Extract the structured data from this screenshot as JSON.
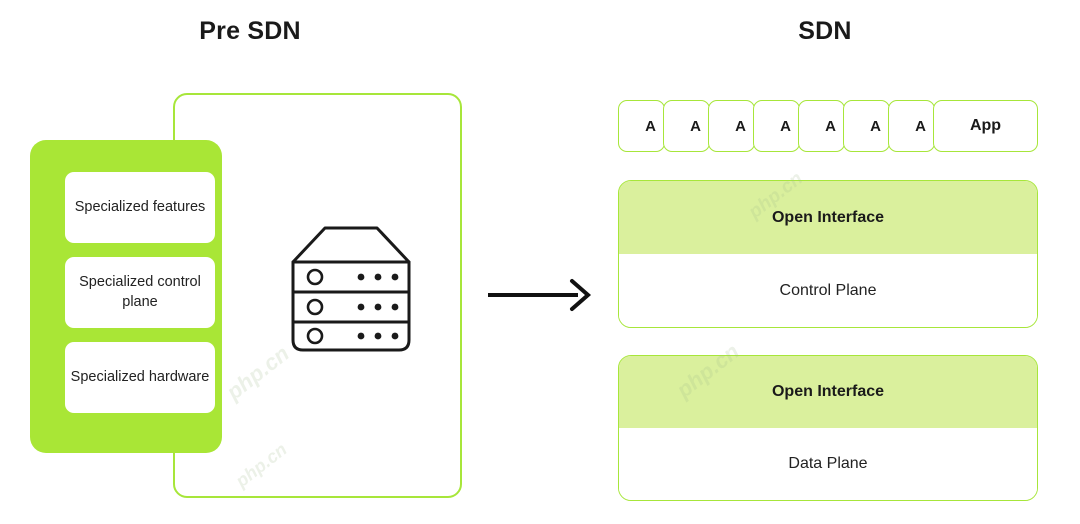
{
  "diagram": {
    "left": {
      "title": "Pre SDN",
      "panel_color": "#a9e636",
      "outline_color": "#a7e63a",
      "features": [
        "Specialized features",
        "Specialized control plane",
        "Specialized hardware"
      ],
      "device_icon": "server-stack-icon"
    },
    "arrow": {
      "icon": "right-arrow-icon",
      "color": "#111111"
    },
    "right": {
      "title": "SDN",
      "accent_color": "#a7e63a",
      "band_color": "#daf09d",
      "app_row": {
        "boxes": [
          {
            "label": "A"
          },
          {
            "label": "A"
          },
          {
            "label": "A"
          },
          {
            "label": "A"
          },
          {
            "label": "A"
          },
          {
            "label": "A"
          },
          {
            "label": "A"
          },
          {
            "label": "App"
          }
        ]
      },
      "panels": [
        {
          "interface_label": "Open Interface",
          "plane_label": "Control Plane"
        },
        {
          "interface_label": "Open Interface",
          "plane_label": "Data Plane"
        }
      ]
    },
    "watermarks": [
      "php.cn",
      "php.cn",
      "php.cn",
      "php.cn"
    ]
  }
}
